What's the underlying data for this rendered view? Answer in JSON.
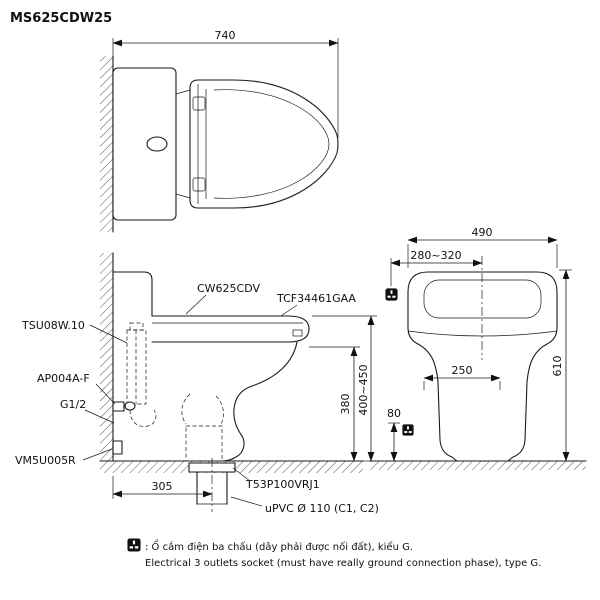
{
  "title": "MS625CDW25",
  "top_view": {
    "width_dim": "740"
  },
  "side_view": {
    "labels": {
      "fill_valve": "TSU08W.10",
      "bowl": "CW625CDV",
      "seat": "TCF34461GAA",
      "angle_valve": "AP004A-F",
      "thread": "G1/2",
      "supply": "VM5U005R",
      "flange": "T53P100VRJ1",
      "pipe": "uPVC Ø 110 (C1, C2)"
    },
    "dims": {
      "rim_height": "380",
      "seat_height": "400~450",
      "drain_setout": "305"
    }
  },
  "rear_view": {
    "dims": {
      "width": "490",
      "socket_offset": "280~320",
      "height": "610",
      "base_width": "250",
      "socket_height": "80"
    }
  },
  "notes": {
    "vi": ": Ổ cắm điện ba chấu (dây phải được nối đất), kiểu G.",
    "en": "Electrical 3 outlets socket (must have really ground connection phase), type G."
  }
}
